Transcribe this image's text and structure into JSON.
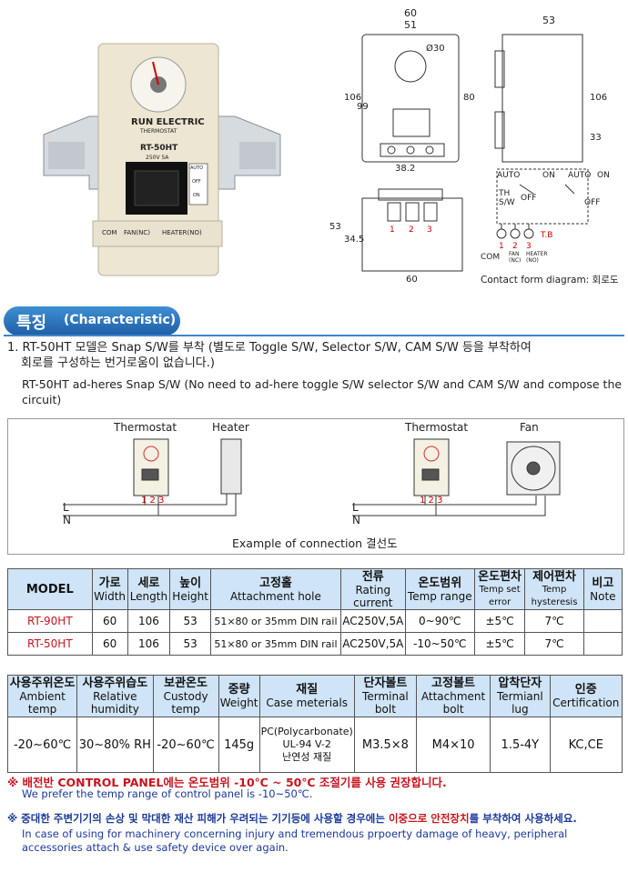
{
  "photo": {
    "brand": "RUN ELECTRIC",
    "subtitle": "THERMOSTAT",
    "model": "RT-50HT",
    "rating": "250V 5A",
    "switch_labels": [
      "AUTO",
      "OFF",
      "ON"
    ],
    "terminals": [
      "COM",
      "FAN(NC)",
      "HEATER(NO)"
    ]
  },
  "drawings": {
    "front_dims": [
      "60",
      "51",
      "Ø30",
      "106",
      "99",
      "80",
      "38.2"
    ],
    "side_dims": [
      "53",
      "106",
      "33"
    ],
    "bottom_dims": [
      "53",
      "34.5",
      "60"
    ],
    "bottom_terminals": [
      "1",
      "2",
      "3"
    ],
    "contact": {
      "top_labels": [
        "AUTO",
        "ON",
        "AUTO",
        "ON"
      ],
      "th_sw": "TH\nS/W",
      "off": "OFF",
      "off2": "OFF",
      "terminal_nums": [
        "1",
        "2",
        "3"
      ],
      "tb": "T.B",
      "com": "COM",
      "fan": "FAN\n(NC)",
      "heater": "HEATER\n(NO)",
      "caption": "Contact form diagram: 회로도"
    }
  },
  "characteristic": {
    "title_ko": "특징",
    "title_en": "(Characteristic)",
    "item1_ko_line1": "1. RT-50HT 모델은 Snap S/W를 부착 (별도로 Toggle S/W, Selector S/W, CAM S/W 등을 부착하여",
    "item1_ko_line2": "회로를 구성하는 번거로움이 없습니다.)",
    "item1_en": "RT-50HT ad-heres Snap S/W (No need to ad-here toggle S/W selector S/W and CAM S/W and compose the circuit)"
  },
  "connection": {
    "thermostat_label": "Thermostat",
    "heater_label": "Heater",
    "thermostat_label2": "Thermostat",
    "fan_label": "Fan",
    "L": "L",
    "N": "N",
    "terminals": "1 2 3",
    "caption": "Example of connection 결선도"
  },
  "spec_table": {
    "headers": [
      {
        "ko": "MODEL",
        "en": ""
      },
      {
        "ko": "가로",
        "en": "Width"
      },
      {
        "ko": "세로",
        "en": "Length"
      },
      {
        "ko": "높이",
        "en": "Height"
      },
      {
        "ko": "고정홀",
        "en": "Attachment hole"
      },
      {
        "ko": "전류",
        "en": "Rating current"
      },
      {
        "ko": "온도범위",
        "en": "Temp range"
      },
      {
        "ko": "온도편차",
        "en": "Temp set error"
      },
      {
        "ko": "제어편차",
        "en": "Temp hysteresis"
      },
      {
        "ko": "비고",
        "en": "Note"
      }
    ],
    "rows": [
      [
        "RT-90HT",
        "60",
        "106",
        "53",
        "51×80 or 35mm DIN rail",
        "AC250V,5A",
        "0~90℃",
        "±5℃",
        "7℃",
        ""
      ],
      [
        "RT-50HT",
        "60",
        "106",
        "53",
        "51×80 or 35mm DIN rail",
        "AC250V,5A",
        "-10~50℃",
        "±5℃",
        "7℃",
        ""
      ]
    ]
  },
  "env_table": {
    "headers": [
      {
        "ko": "사용주위온도",
        "en": "Ambient temp"
      },
      {
        "ko": "사용주위습도",
        "en": "Relative humidity"
      },
      {
        "ko": "보관온도",
        "en": "Custody temp"
      },
      {
        "ko": "중량",
        "en": "Weight"
      },
      {
        "ko": "재질",
        "en": "Case meterials"
      },
      {
        "ko": "단자볼트",
        "en": "Terminal bolt"
      },
      {
        "ko": "고정볼트",
        "en": "Attachment bolt"
      },
      {
        "ko": "압착단자",
        "en": "Termianl lug"
      },
      {
        "ko": "인증",
        "en": "Certification"
      }
    ],
    "row": [
      "-20~60℃",
      "30~80% RH",
      "-20~60℃",
      "145g",
      "PC(Polycarbonate)\nUL-94 V-2\n난연성 재질",
      "M3.5×8",
      "M4×10",
      "1.5-4Y",
      "KC,CE"
    ]
  },
  "notes": {
    "note1_ko": "※ 배전반 CONTROL PANEL에는 온도범위 -10℃ ~ 50℃ 조절기를 사용 권장합니다.",
    "note1_en": "We prefer the temp range of control panel is -10~50℃.",
    "note2_ko_a": "※ 중대한 주변기기의 손상 및 막대한 재산 피해가 우려되는 기기등에 사용할 경우에는 ",
    "note2_ko_red": "이중으로 안전장치",
    "note2_ko_b": "를 부착하여 사용하세요.",
    "note2_en": "In case of using for machinery concerning injury and tremendous prpoerty damage of heavy, peripheral accessories attach & use safety device over again."
  },
  "colors": {
    "accent": "#3d86cc",
    "header_bg": "#cfe4f6",
    "red": "#c8141e",
    "navy": "#1a3a9a"
  }
}
